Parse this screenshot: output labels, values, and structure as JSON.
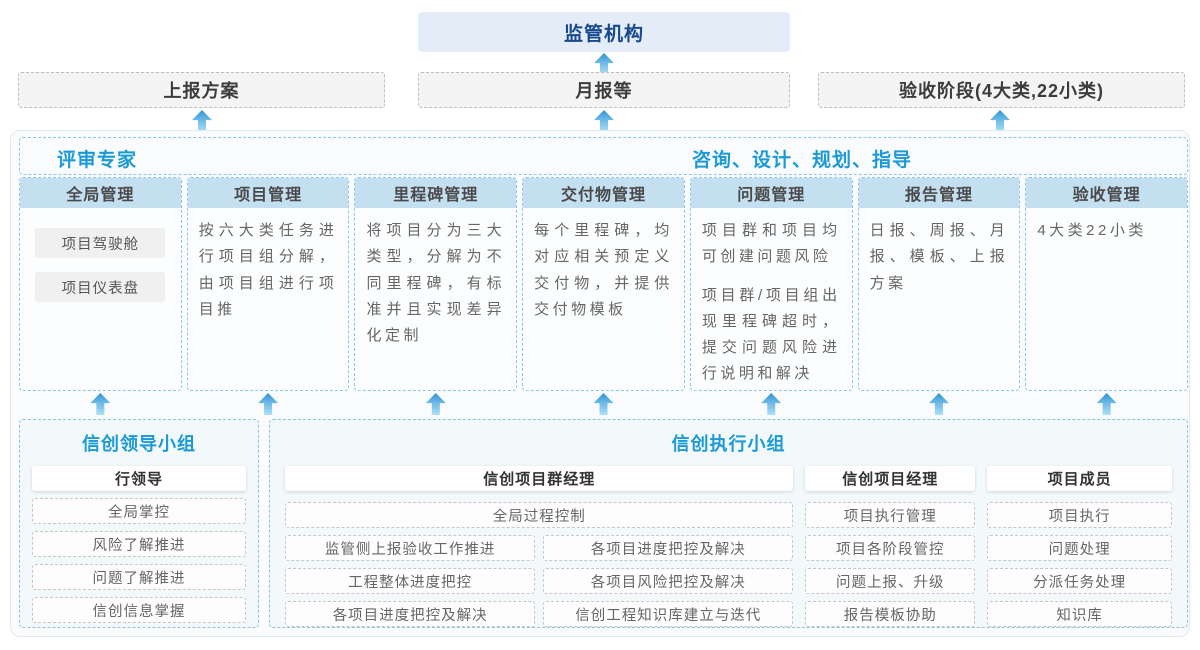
{
  "colors": {
    "title_blue": "#1c9ad6",
    "navy_text": "#17498c",
    "regulator_bg": "#e3ecf7",
    "column_header_bg": "#c4e0f0",
    "dashed_blue_border": "#8cc6e9",
    "arrow_blue": "#2f94d3",
    "group_bg": "#f3f8fb"
  },
  "top": {
    "regulator": "监管机构",
    "boxes": [
      "上报方案",
      "月报等",
      "验收阶段(4大类,22小类)"
    ]
  },
  "middle": {
    "left_title": "评审专家",
    "right_title": "咨询、设计、规划、指导",
    "columns": [
      {
        "title": "全局管理",
        "pills": [
          "项目驾驶舱",
          "项目仪表盘"
        ]
      },
      {
        "title": "项目管理",
        "paragraphs": [
          "按六大类任务进行项目组分解，由项目组进行项目推"
        ]
      },
      {
        "title": "里程碑管理",
        "paragraphs": [
          "将项目分为三大类型，分解为不同里程碑，有标准并且实现差异化定制"
        ]
      },
      {
        "title": "交付物管理",
        "paragraphs": [
          "每个里程碑，均对应相关预定义交付物，并提供交付物模板"
        ]
      },
      {
        "title": "问题管理",
        "paragraphs": [
          "项目群和项目均可创建问题风险",
          "项目群/项目组出现里程碑超时，提交问题风险进行说明和解决"
        ]
      },
      {
        "title": "报告管理",
        "paragraphs": [
          "日报、周报、月报、模板、上报方案"
        ]
      },
      {
        "title": "验收管理",
        "paragraphs": [
          "4大类22小类"
        ]
      }
    ]
  },
  "bottom": {
    "leader_group": {
      "title": "信创领导小组",
      "role": "行领导",
      "items": [
        "全局掌控",
        "风险了解推进",
        "问题了解推进",
        "信创信息掌握"
      ]
    },
    "exec_group": {
      "title": "信创执行小组",
      "program_manager": {
        "role": "信创项目群经理",
        "full_item": "全局过程控制",
        "grid": [
          "监管侧上报验收工作推进",
          "各项目进度把控及解决",
          "工程整体进度把控",
          "各项目风险把控及解决",
          "各项目进度把控及解决",
          "信创工程知识库建立与迭代"
        ]
      },
      "project_manager": {
        "role": "信创项目经理",
        "items": [
          "项目执行管理",
          "项目各阶段管控",
          "问题上报、升级",
          "报告模板协助"
        ]
      },
      "member": {
        "role": "项目成员",
        "items": [
          "项目执行",
          "问题处理",
          "分派任务处理",
          "知识库"
        ]
      }
    }
  }
}
